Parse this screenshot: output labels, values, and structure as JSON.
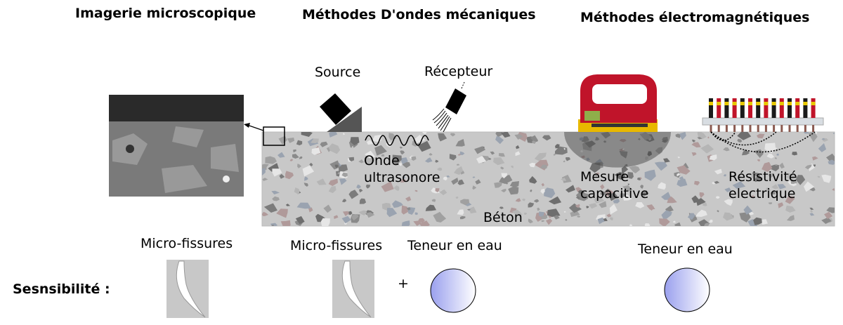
{
  "headers": {
    "microscopy": "Imagerie microscopique",
    "mechanical": "Méthodes D'ondes mécaniques",
    "electromagnetic": "Méthodes électromagnétiques"
  },
  "diagram": {
    "source": "Source",
    "receiver": "Récepteur",
    "wave": [
      "Onde",
      "ultrasonore"
    ],
    "concrete": "Béton",
    "capacitive": [
      "Mesure",
      "capacitive"
    ],
    "resistivity": [
      "Résistivité",
      "electrique"
    ]
  },
  "sensitivity": {
    "label": "Sesnsibilité :",
    "microscopy": [
      "Micro-fissures"
    ],
    "mechanical": [
      "Micro-fissures",
      "Teneur en eau"
    ],
    "plus": "+",
    "electromagnetic": [
      "Teneur en eau"
    ]
  },
  "colors": {
    "concrete": "#c8c8c8",
    "device_red": "#c0142a",
    "device_yellow": "#e8b800",
    "water_gradient": "#9aa0ee"
  }
}
